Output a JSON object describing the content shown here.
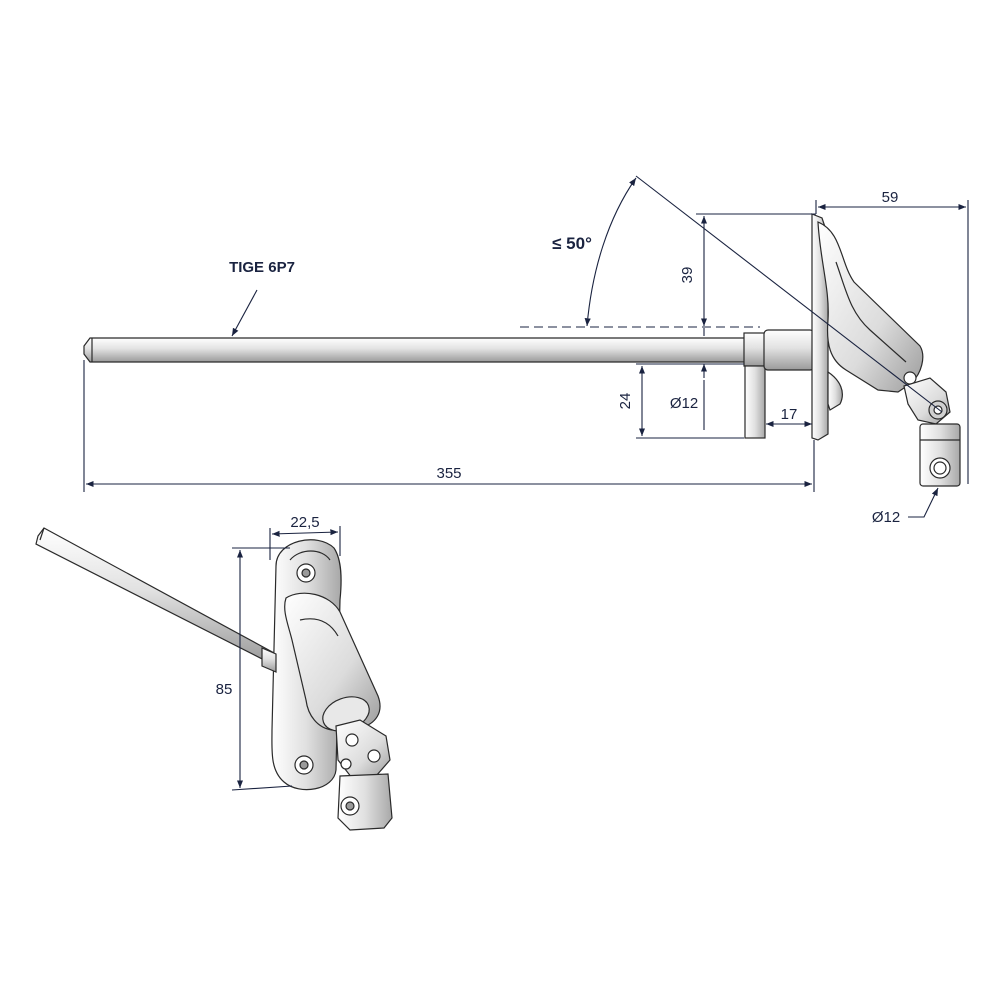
{
  "labels": {
    "rod_name": "TIGE 6P7",
    "angle": "≤ 50°"
  },
  "dimensions": {
    "overall_length": "355",
    "height_angle": "39",
    "offset": "24",
    "rod_diameter": "Ø12",
    "base_thickness": "17",
    "head_width": "59",
    "joint_diameter": "Ø12",
    "plate_width": "22,5",
    "plate_height": "85"
  },
  "colors": {
    "dimension_line": "#1a2340",
    "metal_light": "#f2f2f2",
    "metal_mid": "#c9c9c9",
    "metal_dark": "#8c8c8c"
  }
}
